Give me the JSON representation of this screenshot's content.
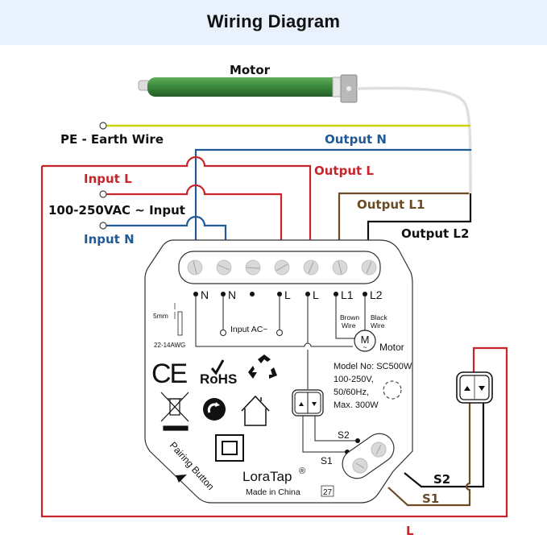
{
  "header": {
    "title": "Wiring Diagram"
  },
  "colors": {
    "red": "#c8242c",
    "blue": "#1f5a96",
    "brown": "#6b4a24",
    "black": "#111111",
    "earth": "#c8d400",
    "motor_green": "#3d8a3d",
    "header_bg": "#e8f1fc"
  },
  "motor": {
    "label": "Motor"
  },
  "wires": {
    "earth": "PE - Earth Wire",
    "output_n": "Output N",
    "input_l": "Input L",
    "output_l": "Output L",
    "supply": "100-250VAC ~ Input",
    "input_n": "Input N",
    "output_l1": "Output L1",
    "output_l2": "Output L2",
    "s1": "S1",
    "s2": "S2",
    "l": "L"
  },
  "device": {
    "terminals": [
      "N",
      "N",
      "",
      "L",
      "L",
      "L1",
      "L2"
    ],
    "strip_gauge": "5mm",
    "awg": "22-14AWG",
    "input_ac": "Input  AC~",
    "brown_wire": [
      "Brown",
      "Wire"
    ],
    "black_wire": [
      "Black",
      "Wire"
    ],
    "motor_symbol": "M",
    "motor_label": "Motor",
    "specs": [
      "Model No: SC500W",
      "100-250V,",
      "50/60Hz,",
      "Max. 300W"
    ],
    "cert_ce": "CE",
    "cert_rohs": "RoHS",
    "s1": "S1",
    "s2": "S2",
    "brand": "LoraTap",
    "registered": "®",
    "made_in": "Made in China",
    "batch": "27",
    "pairing": "Pairing Button"
  }
}
